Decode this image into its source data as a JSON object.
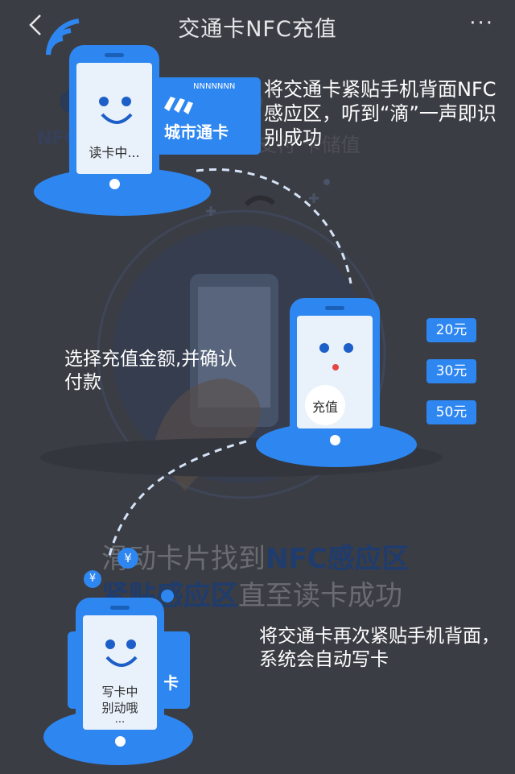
{
  "header": {
    "title": "交通卡NFC充值",
    "more": "···"
  },
  "background": {
    "nfc_fragment": "NFC",
    "tail_fragment": "找支付    卡储值",
    "line1_prefix": "滑动卡片找到",
    "line1_highlight": "NFC感应区",
    "line2_highlight": "紧贴感应区",
    "line2_suffix": "直至读卡成功"
  },
  "step1": {
    "caption": "将交通卡紧贴手机背面NFC感应区，听到“滴”一声即识别成功",
    "screen_text": "读卡中...",
    "card_text": "城市通卡",
    "card_small": "NNNNNNN"
  },
  "step2": {
    "caption": "选择充值金额,并确认付款",
    "screen_button": "充值",
    "amounts": [
      "20元",
      "30元",
      "50元"
    ]
  },
  "step3": {
    "caption": "将交通卡再次紧贴手机背面，系统会自动写卡",
    "screen_line1": "写卡中",
    "screen_line2": "别动哦",
    "screen_line3": "...",
    "card_text": "卡",
    "coin_symbol": "¥"
  },
  "colors": {
    "accent": "#2e86f1",
    "background": "#3b3d44"
  }
}
